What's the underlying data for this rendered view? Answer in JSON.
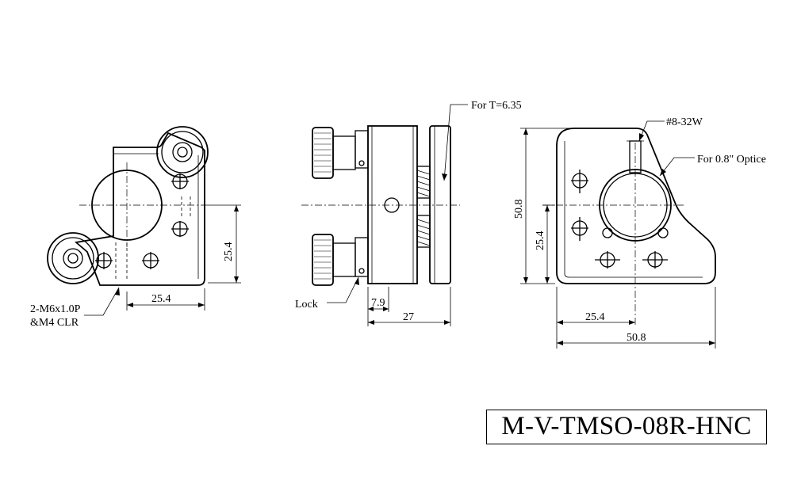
{
  "front_view": {
    "dim_horizontal": "25.4",
    "dim_vertical": "25.4",
    "thread_note_line1": "2-M6x1.0P",
    "thread_note_line2": "&M4 CLR"
  },
  "side_view": {
    "callout_thickness": "For T=6.35",
    "lock_label": "Lock",
    "dim_small": "7.9",
    "dim_width": "27"
  },
  "rear_view": {
    "tap_note": "#8-32W",
    "optic_note": "For 0.8\" Optice",
    "dim_height_total": "50.8",
    "dim_height_center": "25.4",
    "dim_width_center": "25.4",
    "dim_width_total": "50.8"
  },
  "model_number": "M-V-TMSO-08R-HNC"
}
